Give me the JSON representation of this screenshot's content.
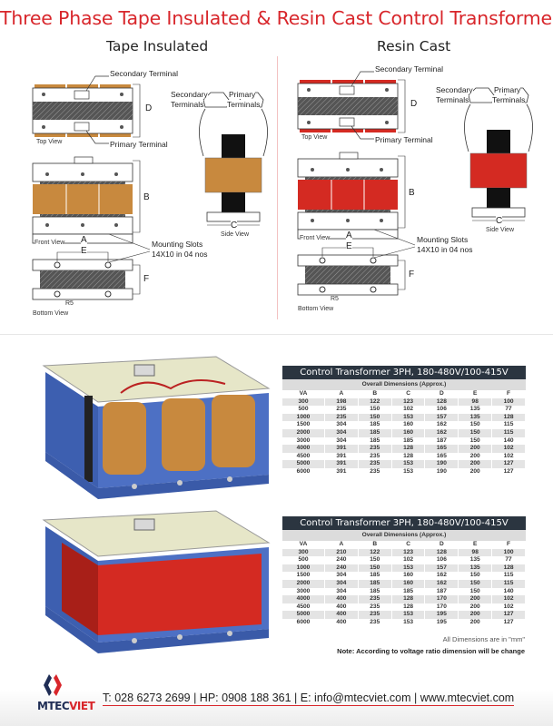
{
  "title": "Three Phase Tape Insulated & Resin Cast Control Transformers",
  "sections": {
    "tape": "Tape Insulated",
    "resin": "Resin Cast"
  },
  "diagram_labels": {
    "secondary_terminal": "Secondary Terminal",
    "primary_terminal": "Primary Terminal",
    "top_view": "Top View",
    "front_view": "Front View",
    "bottom_view": "Bottom View",
    "side_view": "Side View",
    "secondary_terminals_1": "Secondary",
    "secondary_terminals_2": "Terminals",
    "primary_terminals_1": "Primary",
    "primary_terminals_2": "Terminals",
    "mounting_1": "Mounting Slots",
    "mounting_2": "14X10 in 04 nos",
    "A": "A",
    "B": "B",
    "C": "C",
    "D": "D",
    "E": "E",
    "F": "F",
    "R5": "R5"
  },
  "colors": {
    "brand_red": "#d8262b",
    "tape_coil": "#c8893e",
    "resin_coil": "#d42a22",
    "table_header": "#2b3540",
    "frame_blue": "#3d5fb0"
  },
  "tables": [
    {
      "title": "Control Transformer 3PH, 180-480V/100-415V",
      "subtitle": "Overall Dimensions (Approx.)",
      "columns": [
        "VA",
        "A",
        "B",
        "C",
        "D",
        "E",
        "F"
      ],
      "rows": [
        [
          "300",
          "198",
          "122",
          "123",
          "128",
          "98",
          "100"
        ],
        [
          "500",
          "235",
          "150",
          "102",
          "106",
          "135",
          "77"
        ],
        [
          "1000",
          "235",
          "150",
          "153",
          "157",
          "135",
          "128"
        ],
        [
          "1500",
          "304",
          "185",
          "160",
          "162",
          "150",
          "115"
        ],
        [
          "2000",
          "304",
          "185",
          "160",
          "162",
          "150",
          "115"
        ],
        [
          "3000",
          "304",
          "185",
          "185",
          "187",
          "150",
          "140"
        ],
        [
          "4000",
          "391",
          "235",
          "128",
          "165",
          "200",
          "102"
        ],
        [
          "4500",
          "391",
          "235",
          "128",
          "165",
          "200",
          "102"
        ],
        [
          "5000",
          "391",
          "235",
          "153",
          "190",
          "200",
          "127"
        ],
        [
          "6000",
          "391",
          "235",
          "153",
          "190",
          "200",
          "127"
        ]
      ]
    },
    {
      "title": "Control Transformer 3PH, 180-480V/100-415V",
      "subtitle": "Overall Dimensions (Approx.)",
      "columns": [
        "VA",
        "A",
        "B",
        "C",
        "D",
        "E",
        "F"
      ],
      "rows": [
        [
          "300",
          "210",
          "122",
          "123",
          "128",
          "98",
          "100"
        ],
        [
          "500",
          "240",
          "150",
          "102",
          "106",
          "135",
          "77"
        ],
        [
          "1000",
          "240",
          "150",
          "153",
          "157",
          "135",
          "128"
        ],
        [
          "1500",
          "304",
          "185",
          "160",
          "162",
          "150",
          "115"
        ],
        [
          "2000",
          "304",
          "185",
          "160",
          "162",
          "150",
          "115"
        ],
        [
          "3000",
          "304",
          "185",
          "185",
          "187",
          "150",
          "140"
        ],
        [
          "4000",
          "400",
          "235",
          "128",
          "170",
          "200",
          "102"
        ],
        [
          "4500",
          "400",
          "235",
          "128",
          "170",
          "200",
          "102"
        ],
        [
          "5000",
          "400",
          "235",
          "153",
          "195",
          "200",
          "127"
        ],
        [
          "6000",
          "400",
          "235",
          "153",
          "195",
          "200",
          "127"
        ]
      ]
    }
  ],
  "notes": {
    "units": "All Dimensions are in \"mm\"",
    "voltage": "Note: According to voltage ratio dimension will be change"
  },
  "footer": {
    "brand_a": "MTEC",
    "brand_b": "VIET",
    "contact": "T: 028 6273 2699 | HP: 0908 188 361 | E: info@mtecviet.com | www.mtecviet.com"
  }
}
